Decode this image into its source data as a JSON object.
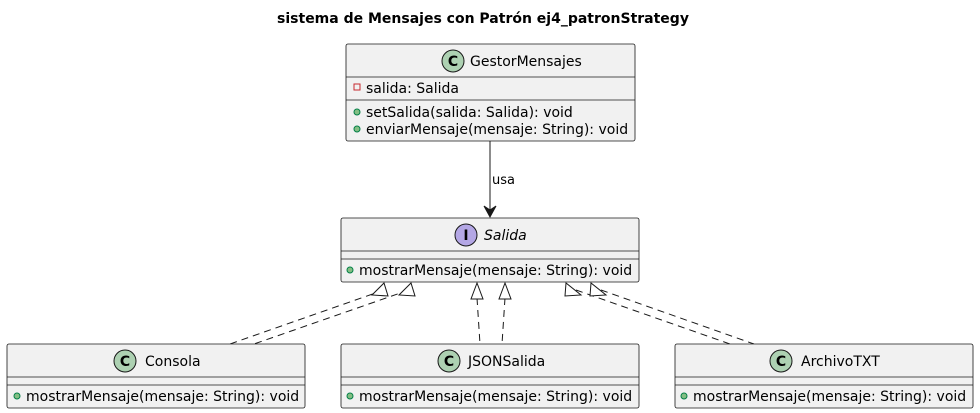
{
  "title": "sistema de Mensajes con Patrón ej4_patronStrategy",
  "classes": {
    "gestor": {
      "badge": "C",
      "name": "GestorMensajes",
      "attributes": [
        {
          "visibility": "private",
          "text": "salida: Salida"
        }
      ],
      "methods": [
        {
          "visibility": "public",
          "text": "setSalida(salida: Salida): void"
        },
        {
          "visibility": "public",
          "text": "enviarMensaje(mensaje: String): void"
        }
      ]
    },
    "salida": {
      "badge": "I",
      "name": "Salida",
      "methods": [
        {
          "visibility": "public",
          "text": "mostrarMensaje(mensaje: String): void"
        }
      ]
    },
    "consola": {
      "badge": "C",
      "name": "Consola",
      "methods": [
        {
          "visibility": "public",
          "text": "mostrarMensaje(mensaje: String): void"
        }
      ]
    },
    "json": {
      "badge": "C",
      "name": "JSONSalida",
      "methods": [
        {
          "visibility": "public",
          "text": "mostrarMensaje(mensaje: String): void"
        }
      ]
    },
    "archivo": {
      "badge": "C",
      "name": "ArchivoTXT",
      "methods": [
        {
          "visibility": "public",
          "text": "mostrarMensaje(mensaje: String): void"
        }
      ]
    }
  },
  "relations": {
    "uses_label": "usa"
  },
  "colors": {
    "class_badge": "#add1b2",
    "interface_badge": "#b4a7e5",
    "box_fill": "#f1f1f1",
    "public_marker": "#84be84",
    "private_marker": "#c82930"
  }
}
